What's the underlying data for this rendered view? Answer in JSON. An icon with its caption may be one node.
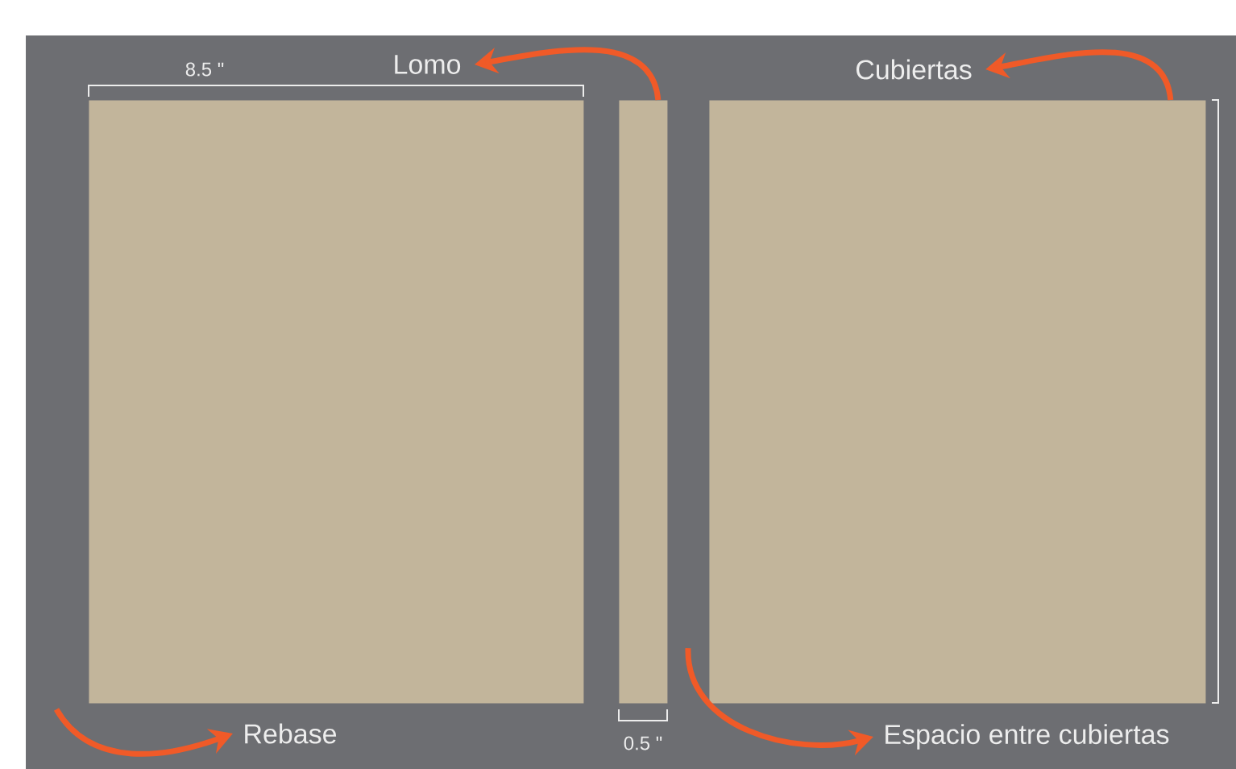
{
  "diagram": {
    "nodes": [
      {
        "text": [],
        "shape": "box"
      },
      {
        "text": [],
        "shape": "box"
      },
      {
        "text": [],
        "shape": "box"
      },
      {
        "text": [
          "Lomo"
        ]
      },
      {
        "text": [
          "Cubiertas"
        ]
      },
      {
        "text": [
          "Rebase"
        ]
      },
      {
        "text": [
          "Espacio entre cubiertas"
        ]
      }
    ],
    "edges": [
      {
        "from": 1,
        "to": 3,
        "arrow": "to"
      },
      {
        "from": 2,
        "to": 4,
        "arrow": "to"
      },
      {
        "from": null,
        "to": 5,
        "arrow": "to"
      },
      {
        "from": null,
        "to": 6,
        "arrow": "to"
      }
    ],
    "labels": [
      "8.5 \"",
      "0.5 \""
    ]
  }
}
